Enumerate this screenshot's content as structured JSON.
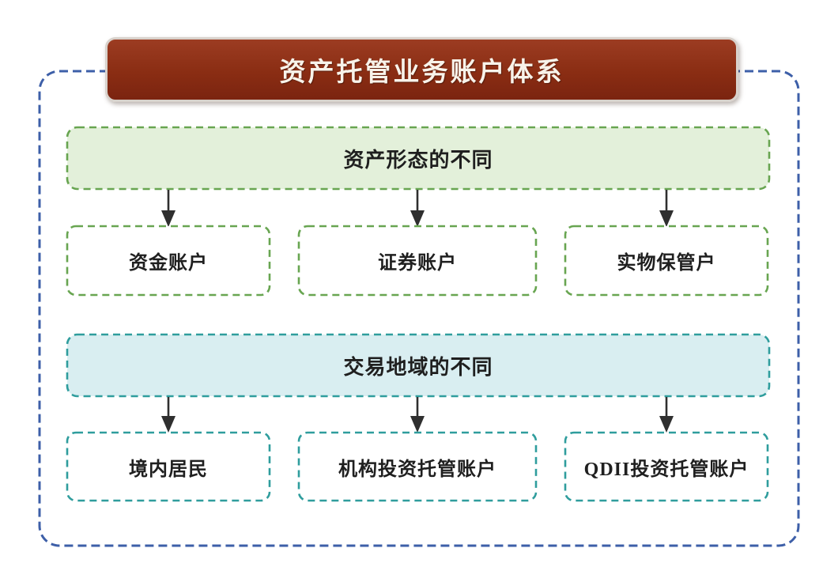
{
  "title": "资产托管业务账户体系",
  "sections": [
    {
      "header": "资产形态的不同",
      "children": [
        "资金账户",
        "证券账户",
        "实物保管户"
      ]
    },
    {
      "header": "交易地域的不同",
      "children": [
        "境内居民",
        "机构投资托管账户",
        "QDII投资托管账户"
      ]
    }
  ],
  "colors": {
    "outer_stroke": "#3d5fa8",
    "green_stroke": "#68a551",
    "green_fill": "#e3f0da",
    "teal_stroke": "#2f9d9d",
    "teal_fill": "#d9eef1",
    "child_fill": "#ffffff",
    "arrow_color": "#2f2f2f",
    "title_bg_top": "#9c3c22",
    "title_bg_bottom": "#7b2410",
    "title_text": "#f8f3ea"
  }
}
